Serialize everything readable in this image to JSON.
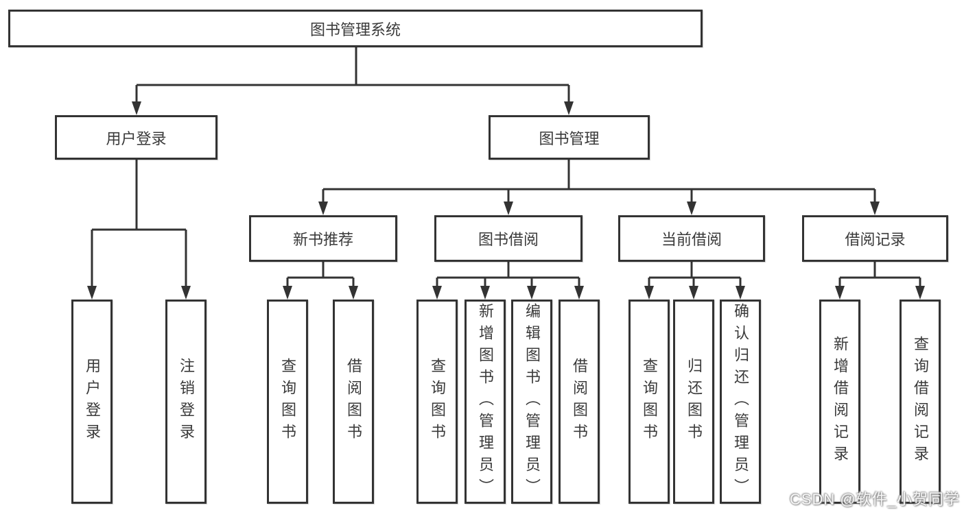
{
  "title": "图书管理系统",
  "tree": {
    "label": "图书管理系统",
    "children": [
      {
        "label": "用户登录",
        "children": [
          {
            "label": "用户登录"
          },
          {
            "label": "注销登录"
          }
        ]
      },
      {
        "label": "图书管理",
        "children": [
          {
            "label": "新书推荐",
            "children": [
              {
                "label": "查询图书"
              },
              {
                "label": "借阅图书"
              }
            ]
          },
          {
            "label": "图书借阅",
            "children": [
              {
                "label": "查询图书"
              },
              {
                "label": "新增图书（管理员）"
              },
              {
                "label": "编辑图书（管理员）"
              },
              {
                "label": "借阅图书"
              }
            ]
          },
          {
            "label": "当前借阅",
            "children": [
              {
                "label": "查询图书"
              },
              {
                "label": "归还图书"
              },
              {
                "label": "确认归还（管理员）"
              }
            ]
          },
          {
            "label": "借阅记录",
            "children": [
              {
                "label": "新增借阅记录"
              },
              {
                "label": "查询借阅记录"
              }
            ]
          }
        ]
      }
    ]
  },
  "watermark": {
    "text": "CSDN @软件_小贺同学"
  },
  "colors": {
    "line": "#333333",
    "box_border": "#333333",
    "box_background": "#ffffff",
    "text": "#3a3a3a",
    "background": "#ffffff"
  }
}
